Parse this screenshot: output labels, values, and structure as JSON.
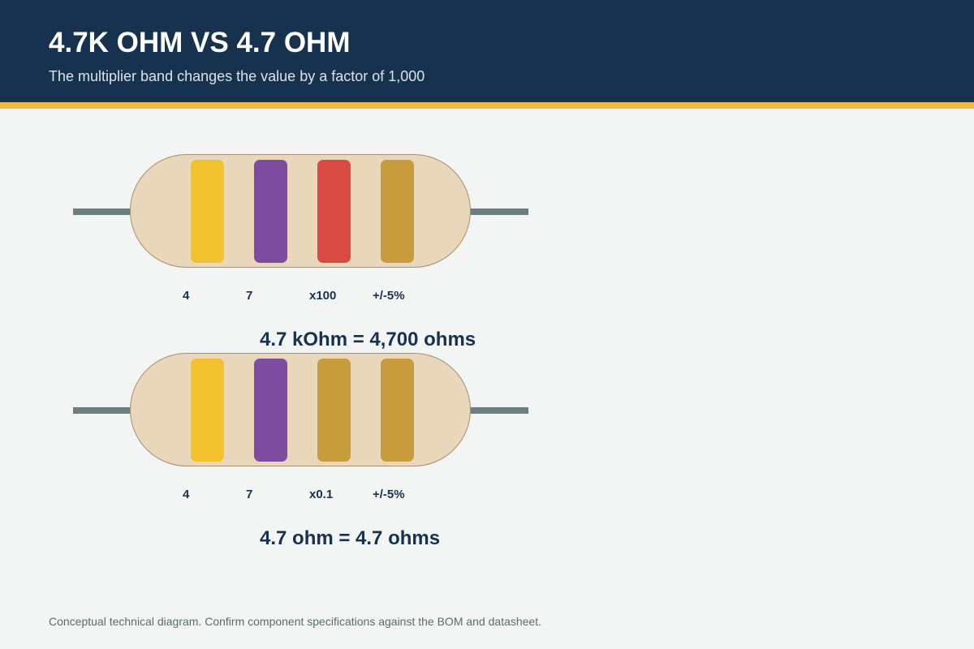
{
  "header": {
    "title": "4.7K OHM VS 4.7 OHM",
    "subtitle": "The multiplier band changes the value by a factor of 1,000"
  },
  "colors": {
    "header_bg": "#17324e",
    "accent": "#f4b942",
    "band_yellow": "#f2c12e",
    "band_violet": "#7d4c9e",
    "band_red": "#d84a42",
    "band_gold": "#c89b3c",
    "resistor_body": "#e8d7ba",
    "lead": "#6d7e80"
  },
  "resistors": [
    {
      "bands": [
        {
          "label": "4",
          "color": "#f2c12e"
        },
        {
          "label": "7",
          "color": "#7d4c9e"
        },
        {
          "label": "x100",
          "color": "#d84a42"
        },
        {
          "label": "+/-5%",
          "color": "#c89b3c"
        }
      ],
      "value_text": "4.7 kOhm = 4,700 ohms"
    },
    {
      "bands": [
        {
          "label": "4",
          "color": "#f2c12e"
        },
        {
          "label": "7",
          "color": "#7d4c9e"
        },
        {
          "label": "x0.1",
          "color": "#c89b3c"
        },
        {
          "label": "+/-5%",
          "color": "#c89b3c"
        }
      ],
      "value_text": "4.7 ohm = 4.7 ohms"
    }
  ],
  "footer": {
    "note": "Conceptual technical diagram. Confirm component specifications against the BOM and datasheet."
  }
}
